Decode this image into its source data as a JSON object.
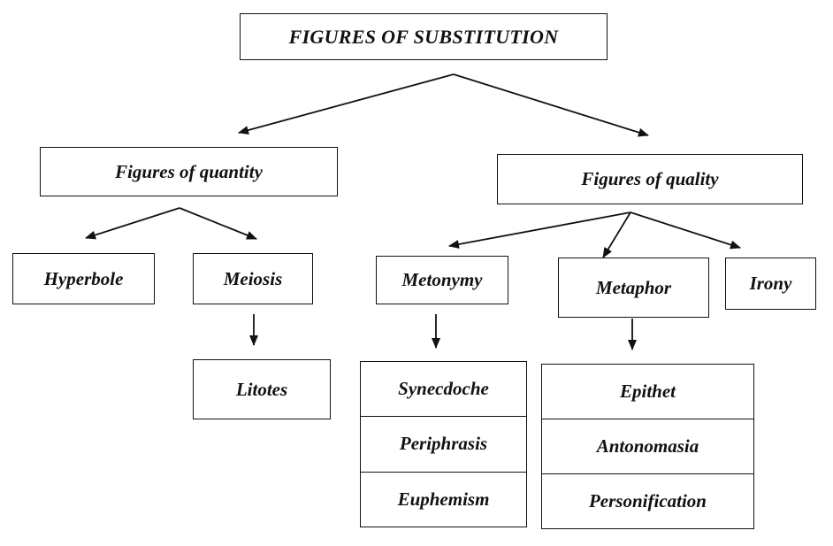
{
  "root": {
    "label": "FIGURES OF SUBSTITUTION"
  },
  "quantity": {
    "label": "Figures of quantity",
    "children": [
      "Hyperbole",
      "Meiosis"
    ],
    "meiosis_child": "Litotes"
  },
  "quality": {
    "label": "Figures of quality",
    "children": [
      "Metonymy",
      "Metaphor",
      "Irony"
    ],
    "metonymy_children": [
      "Synecdoche",
      "Periphrasis",
      "Euphemism"
    ],
    "metaphor_children": [
      "Epithet",
      "Antonomasia",
      "Personification"
    ]
  }
}
